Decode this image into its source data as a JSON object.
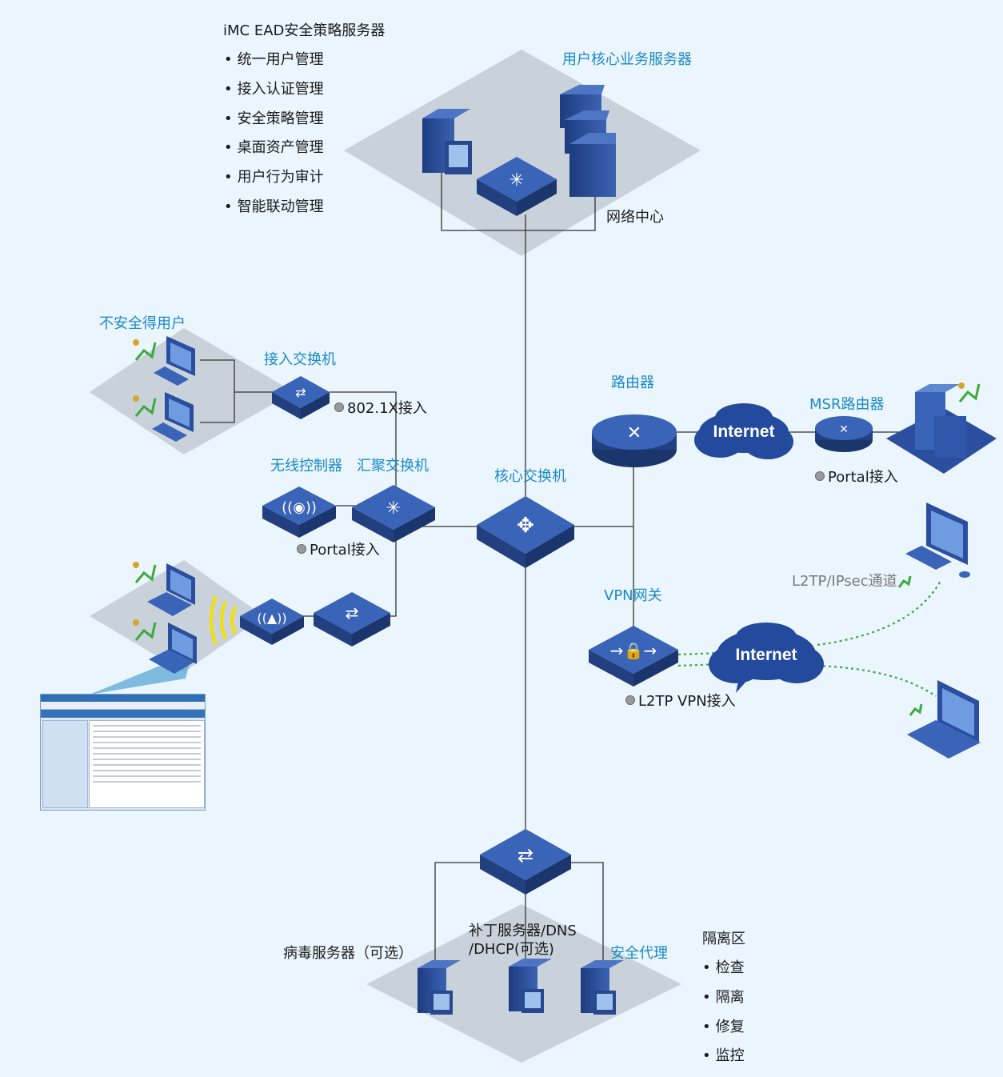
{
  "title": "iMC EAD安全策略服务器",
  "server_features": [
    "统一用户管理",
    "接入认证管理",
    "安全策略管理",
    "桌面资产管理",
    "用户行为审计",
    "智能联动管理"
  ],
  "labels": {
    "core_servers": "用户核心业务服务器",
    "network_center": "网络中心",
    "unsafe_users": "不安全得用户",
    "access_switch": "接入交换机",
    "dot1x": "802.1X接入",
    "wireless_controller": "无线控制器",
    "aggregation_switch": "汇聚交换机",
    "portal_access_left": "Portal接入",
    "core_switch": "核心交换机",
    "router": "路由器",
    "internet_top": "Internet",
    "msr_router": "MSR路由器",
    "portal_access_right": "Portal接入",
    "l2tp_tunnel": "L2TP/IPsec通道",
    "vpn_gateway": "VPN网关",
    "internet_bottom": "Internet",
    "l2tp_vpn_access": "L2TP VPN接入",
    "virus_server": "病毒服务器（可选）",
    "patch_server": "补丁服务器/DNS /DHCP(可选)",
    "security_agent": "安全代理"
  },
  "isolation": {
    "title": "隔离区",
    "items": [
      "检查",
      "隔离",
      "修复",
      "监控"
    ]
  },
  "colors": {
    "background": "#eaf5fd",
    "device_blue": "#2b4f9e",
    "platform_grey": "#c9d2da",
    "label_blue": "#1a8ac9",
    "tunnel_green": "#3caa3c"
  }
}
